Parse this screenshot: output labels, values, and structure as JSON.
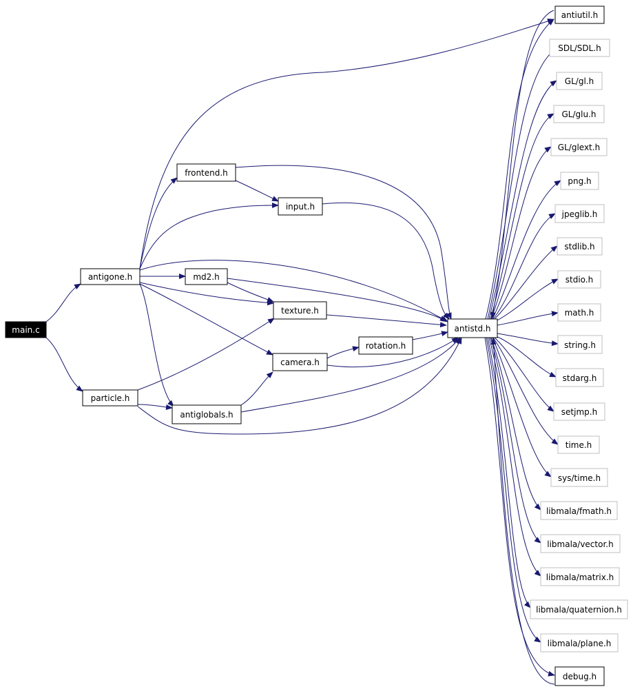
{
  "colors": {
    "edge": "#191970",
    "root_fill": "#000000",
    "root_text": "#ffffff",
    "box_stroke": "#000000",
    "ext_stroke": "#bfbfbf"
  },
  "nodes": {
    "main_c": {
      "label": "main.c"
    },
    "antigone_h": {
      "label": "antigone.h"
    },
    "particle_h": {
      "label": "particle.h"
    },
    "frontend_h": {
      "label": "frontend.h"
    },
    "input_h": {
      "label": "input.h"
    },
    "md2_h": {
      "label": "md2.h"
    },
    "texture_h": {
      "label": "texture.h"
    },
    "camera_h": {
      "label": "camera.h"
    },
    "rotation_h": {
      "label": "rotation.h"
    },
    "antiglobals_h": {
      "label": "antiglobals.h"
    },
    "antistd_h": {
      "label": "antistd.h"
    },
    "antiutil_h": {
      "label": "antiutil.h"
    },
    "sdl_h": {
      "label": "SDL/SDL.h"
    },
    "gl_h": {
      "label": "GL/gl.h"
    },
    "glu_h": {
      "label": "GL/glu.h"
    },
    "glext_h": {
      "label": "GL/glext.h"
    },
    "png_h": {
      "label": "png.h"
    },
    "jpeglib_h": {
      "label": "jpeglib.h"
    },
    "stdlib_h": {
      "label": "stdlib.h"
    },
    "stdio_h": {
      "label": "stdio.h"
    },
    "math_h": {
      "label": "math.h"
    },
    "string_h": {
      "label": "string.h"
    },
    "stdarg_h": {
      "label": "stdarg.h"
    },
    "setjmp_h": {
      "label": "setjmp.h"
    },
    "time_h": {
      "label": "time.h"
    },
    "systime_h": {
      "label": "sys/time.h"
    },
    "fmath_h": {
      "label": "libmala/fmath.h"
    },
    "vector_h": {
      "label": "libmala/vector.h"
    },
    "matrix_h": {
      "label": "libmala/matrix.h"
    },
    "quaternion_h": {
      "label": "libmala/quaternion.h"
    },
    "plane_h": {
      "label": "libmala/plane.h"
    },
    "debug_h": {
      "label": "debug.h"
    }
  }
}
